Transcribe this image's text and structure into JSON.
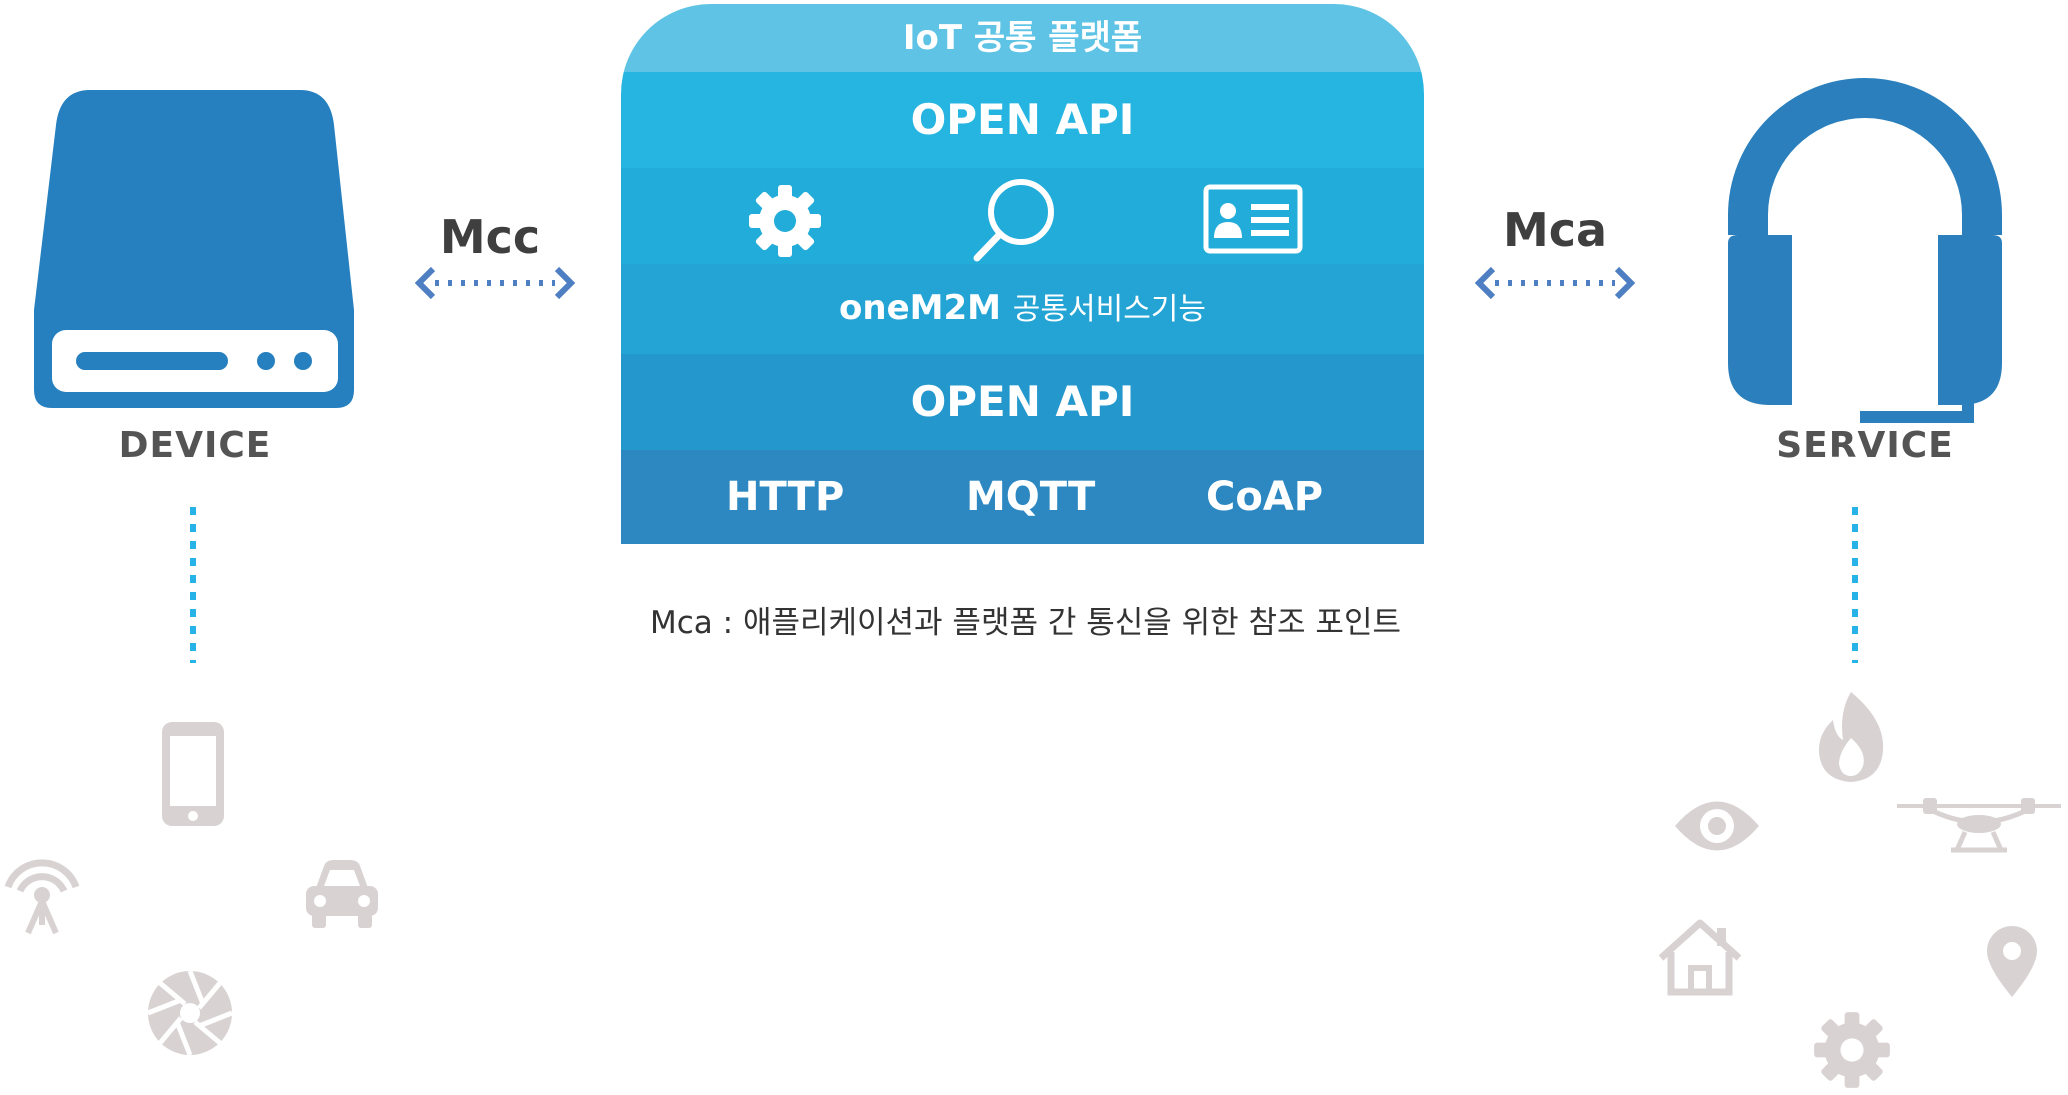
{
  "device": {
    "label": "DEVICE"
  },
  "service": {
    "label": "SERVICE"
  },
  "connections": {
    "mcc": "Mcc",
    "mca": "Mca"
  },
  "platform": {
    "title": "IoT 공통 플랫폼",
    "open_api_top": "OPEN API",
    "service_name": "oneM2M",
    "service_sub": "공통서비스기능",
    "open_api_bottom": "OPEN API",
    "protocols": [
      "HTTP",
      "MQTT",
      "CoAP"
    ],
    "icons": [
      "gear-icon",
      "search-icon",
      "id-card-icon"
    ]
  },
  "caption": "Mca : 애플리케이션과 플랫폼 간 통신을 위한 참조 포인트",
  "device_icons": [
    "smartphone-icon",
    "antenna-icon",
    "car-icon",
    "camera-shutter-icon"
  ],
  "service_icons": [
    "flame-icon",
    "eye-icon",
    "drone-icon",
    "home-icon",
    "location-pin-icon",
    "gear-icon"
  ],
  "colors": {
    "device_blue": "#2680bf",
    "headset_blue": "#2a7fbc",
    "arrow_blue": "#4e7fc3",
    "dotted_cyan": "#27b2e8",
    "icon_gray": "#d9d2d3"
  }
}
